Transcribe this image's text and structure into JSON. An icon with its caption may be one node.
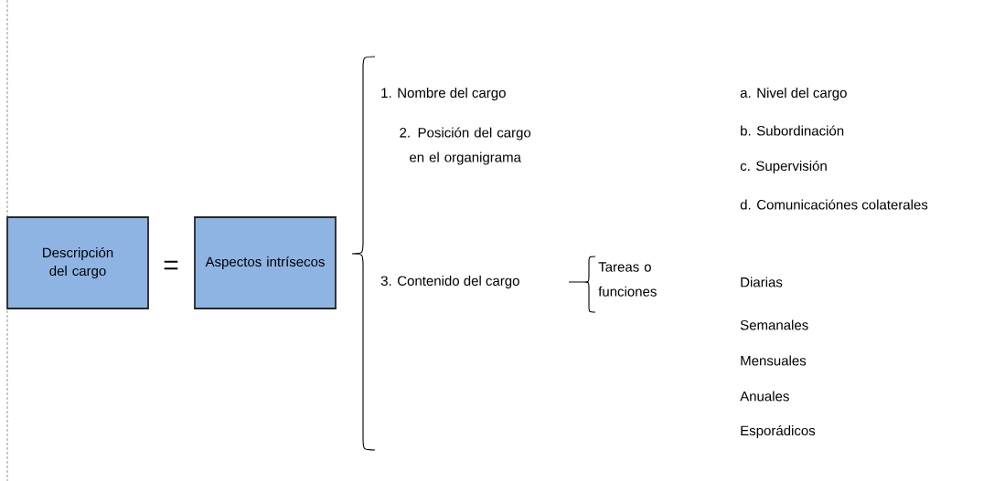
{
  "diagram": {
    "nodes": [
      {
        "text": [
          "Descripción del cargo"
        ]
      },
      {
        "text": [
          "Aspectos intrísecos"
        ]
      }
    ],
    "labels": [
      "=",
      "1. Nombre del cargo",
      "a. Nivel del cargo",
      "2. Posición del cargo en el organigrama",
      "b. Subordinación",
      "c. Supervisión",
      "d. Comunicaciónes colaterales",
      "3. Contenido del cargo",
      "Tareas o funciones",
      "Diarias",
      "Semanales",
      "Mensuales",
      "Anuales",
      "Esporádicos"
    ]
  }
}
